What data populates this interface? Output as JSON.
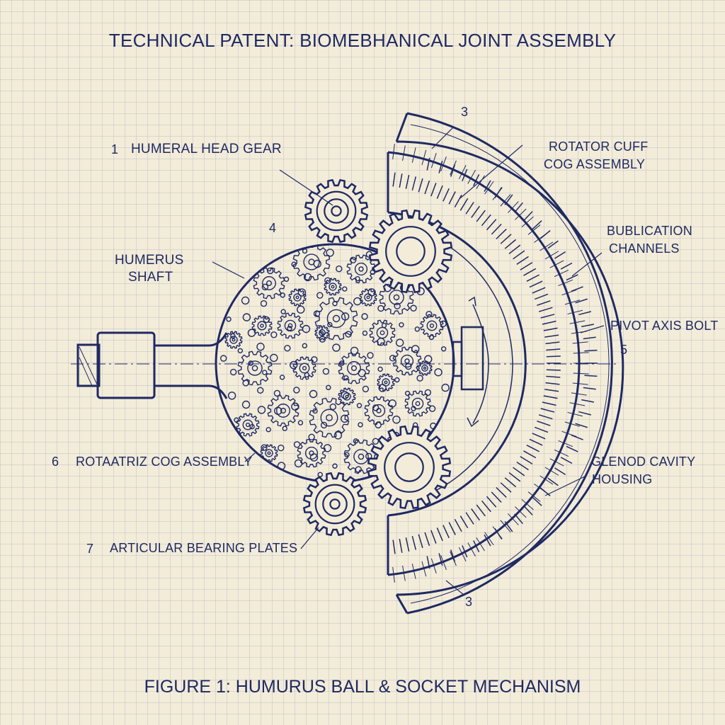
{
  "title": "TECHNICAL PATENT: BIOMEBHANICAL JOINT ASSEMBLY",
  "caption": "FIGURE 1: HUMURUS BALL & SOCKET MECHANISM",
  "labels": {
    "humeral_head_gear": {
      "number": "1",
      "text": "HUMERAL HEAD GEAR"
    },
    "humerus_shaft": {
      "line1": "HUMERUS",
      "line2": "SHAFT"
    },
    "rotatriz_cog": {
      "number": "6",
      "text": "ROTAATRIZ COG ASSEMBLY"
    },
    "articular_plates": {
      "number": "7",
      "text": "ARTICULAR BEARING PLATES"
    },
    "rotator_cuff": {
      "line1": "ROTATOR CUFF",
      "line2": "COG ASSEMBLY"
    },
    "bublication": {
      "line1": "BUBLICATION",
      "line2": "CHANNELS"
    },
    "pivot_bolt": {
      "text": "PIVOT AXIS BOLT"
    },
    "glenod": {
      "line1": "GLENOD CAVITY",
      "line2": "HOUSING"
    }
  },
  "numbers": {
    "top3": "3",
    "bottom3": "3",
    "n4": "4",
    "n5": "5"
  },
  "colors": {
    "ink": "#1f2a63",
    "paper": "#f3ecd9",
    "grid": "#9aa2b4"
  }
}
